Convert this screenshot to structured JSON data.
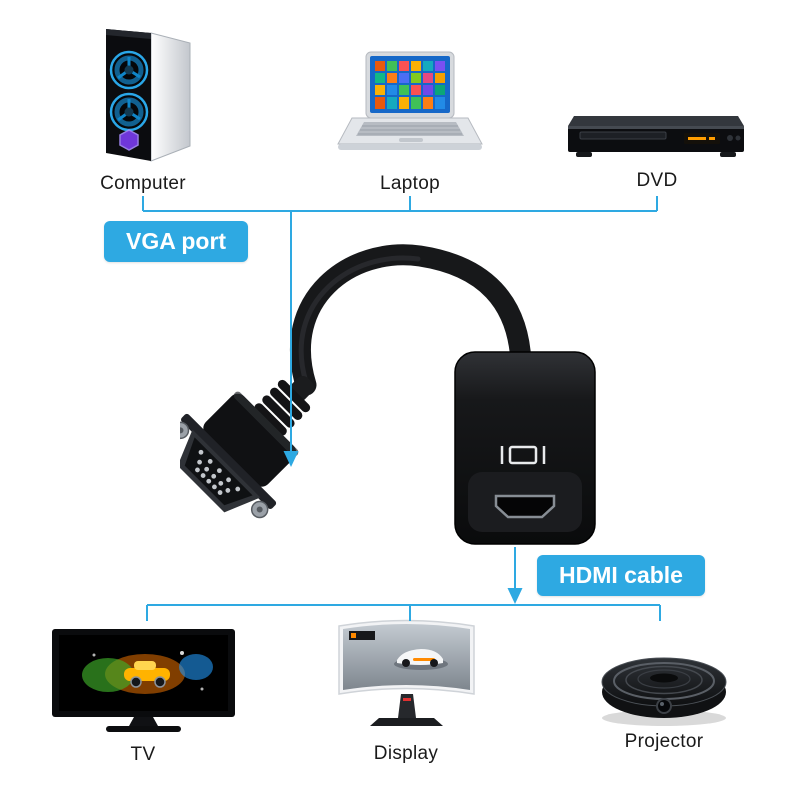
{
  "accent_color": "#2ea9e2",
  "badges": {
    "vga_port": "VGA port",
    "hdmi_cable": "HDMI cable"
  },
  "top_devices": [
    {
      "id": "computer",
      "label": "Computer"
    },
    {
      "id": "laptop",
      "label": "Laptop"
    },
    {
      "id": "dvd",
      "label": "DVD"
    }
  ],
  "bottom_devices": [
    {
      "id": "tv",
      "label": "TV"
    },
    {
      "id": "display",
      "label": "Display"
    },
    {
      "id": "projector",
      "label": "Projector"
    }
  ]
}
